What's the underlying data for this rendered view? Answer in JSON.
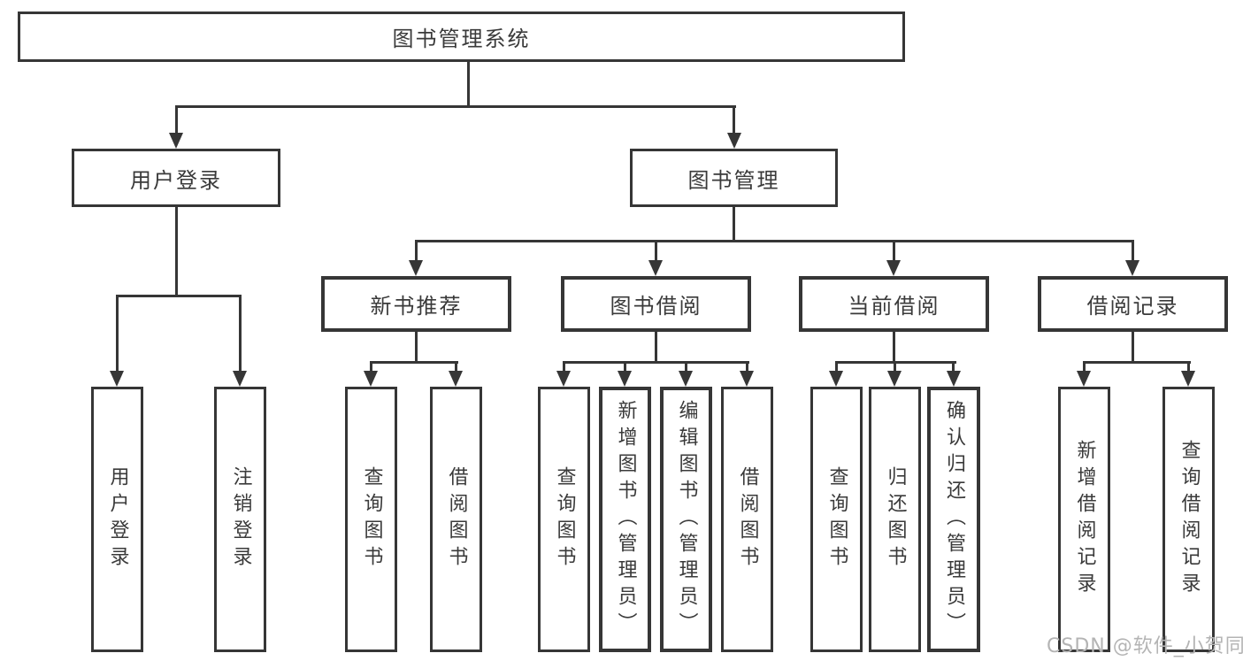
{
  "tree": {
    "root": {
      "label": "图书管理系统",
      "children": [
        {
          "label": "用户登录",
          "children": [
            {
              "label": "用户登录"
            },
            {
              "label": "注销登录"
            }
          ]
        },
        {
          "label": "图书管理",
          "children": [
            {
              "label": "新书推荐",
              "children": [
                {
                  "label": "查询图书"
                },
                {
                  "label": "借阅图书"
                }
              ]
            },
            {
              "label": "图书借阅",
              "children": [
                {
                  "label": "查询图书"
                },
                {
                  "label": "新增图书（管理员）"
                },
                {
                  "label": "编辑图书（管理员）"
                },
                {
                  "label": "借阅图书"
                }
              ]
            },
            {
              "label": "当前借阅",
              "children": [
                {
                  "label": "查询图书"
                },
                {
                  "label": "归还图书"
                },
                {
                  "label": "确认归还（管理员）"
                }
              ]
            },
            {
              "label": "借阅记录",
              "children": [
                {
                  "label": "新增借阅记录"
                },
                {
                  "label": "查询借阅记录"
                }
              ]
            }
          ]
        }
      ]
    }
  },
  "watermark": {
    "text": "CSDN @软件_小贺同学"
  },
  "colors": {
    "line": "#363636",
    "text": "#3a3a3a",
    "watermark": "#b4b4b4",
    "background": "#ffffff"
  }
}
